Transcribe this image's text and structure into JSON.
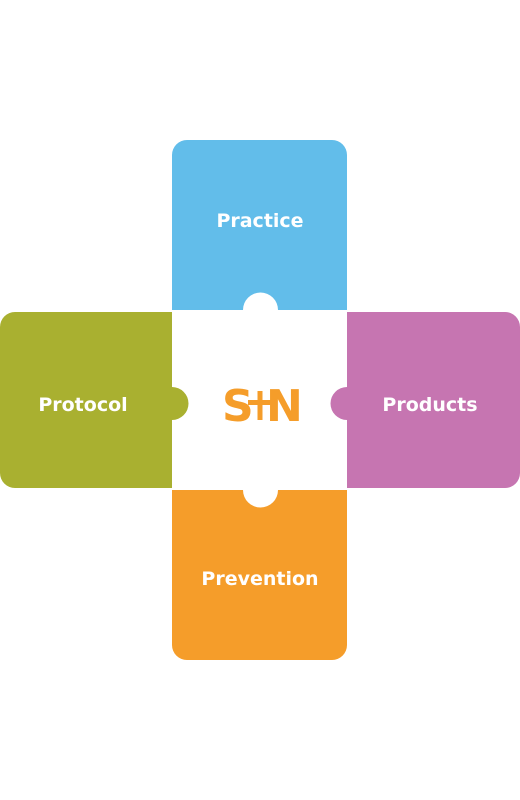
{
  "pieces": {
    "top": {
      "label": "Practice",
      "color": "#62bdea"
    },
    "left": {
      "label": "Protocol",
      "color": "#a9b030"
    },
    "right": {
      "label": "Products",
      "color": "#c675b1"
    },
    "bottom": {
      "label": "Prevention",
      "color": "#f59d2a"
    }
  },
  "logo": {
    "letter_left": "S",
    "letter_right": "N",
    "color": "#f59d2a"
  },
  "center_color": "#ffffff"
}
